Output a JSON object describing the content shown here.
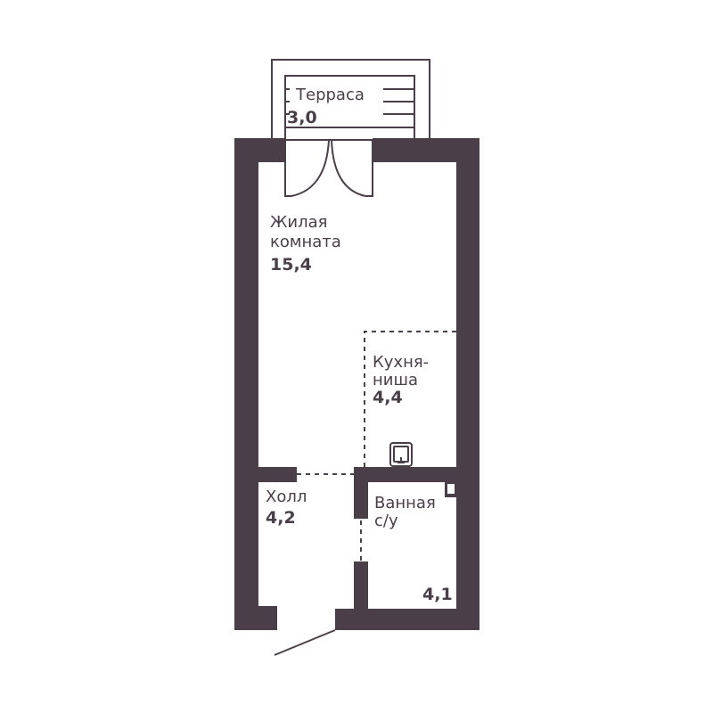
{
  "rooms": {
    "terrace": {
      "name": "Терраса",
      "area": "3,0"
    },
    "living": {
      "name_line1": "Жилая",
      "name_line2": "комната",
      "area": "15,4"
    },
    "kitchen": {
      "name_line1": "Кухня-",
      "name_line2": "ниша",
      "area": "4,4"
    },
    "hall": {
      "name": "Холл",
      "area": "4,2"
    },
    "bathroom": {
      "name_line1": "Ванная",
      "name_line2": "с/у",
      "area": "4,1"
    }
  },
  "colors": {
    "wall": "#4a3f48",
    "background": "#ffffff"
  }
}
